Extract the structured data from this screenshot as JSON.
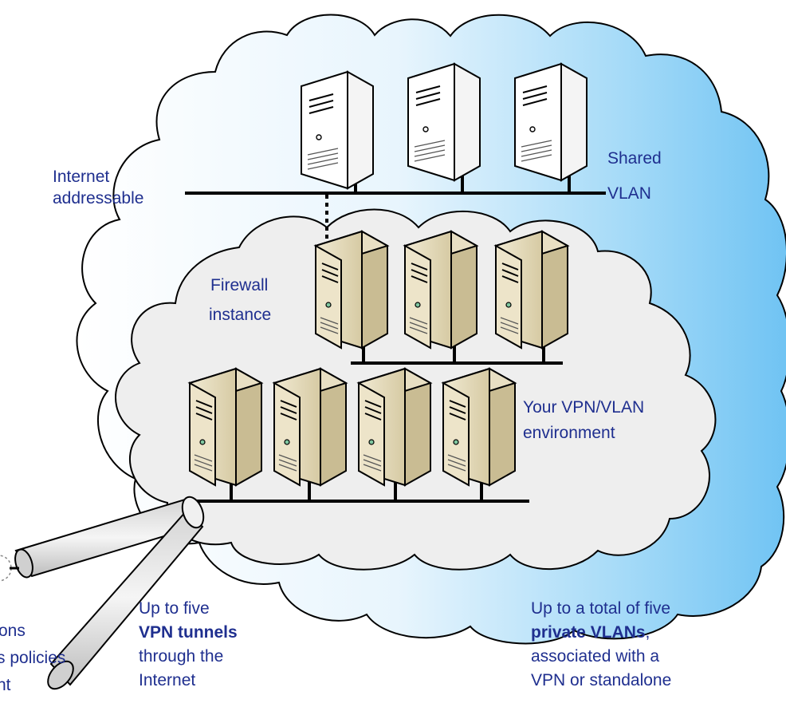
{
  "colors": {
    "outer_cloud_left": "#ffffff",
    "outer_cloud_right": "#6fc3f3",
    "inner_cloud": "#eeeeee",
    "text": "#1f2f8f",
    "server_white": "#ffffff",
    "server_beige": "#d8cca6",
    "line": "#000000"
  },
  "icons": {
    "server": "server-tower-icon",
    "tunnel": "tunnel-tube-icon"
  },
  "labels": {
    "internet_addressable": {
      "line1": "Internet",
      "line2": "addressable"
    },
    "shared_vlan": {
      "line1": "Shared",
      "line2": "VLAN"
    },
    "firewall": {
      "line1": "Firewall",
      "line2": "instance"
    },
    "vpn_env": {
      "line1": "Your VPN/VLAN",
      "line2": "environment"
    },
    "tunnels": {
      "line1": "Up to five",
      "line2_bold": "VPN tunnels",
      "line3": "through the",
      "line4": "Internet"
    },
    "private_vlans": {
      "line1": "Up to a total of five",
      "line2_bold": "private VLANs",
      "line2_suffix": ",",
      "line3": "associated with a",
      "line4": "VPN or standalone"
    },
    "cut_left": {
      "line1": "ons",
      "line2": "s policies",
      "line3": "nt"
    }
  }
}
